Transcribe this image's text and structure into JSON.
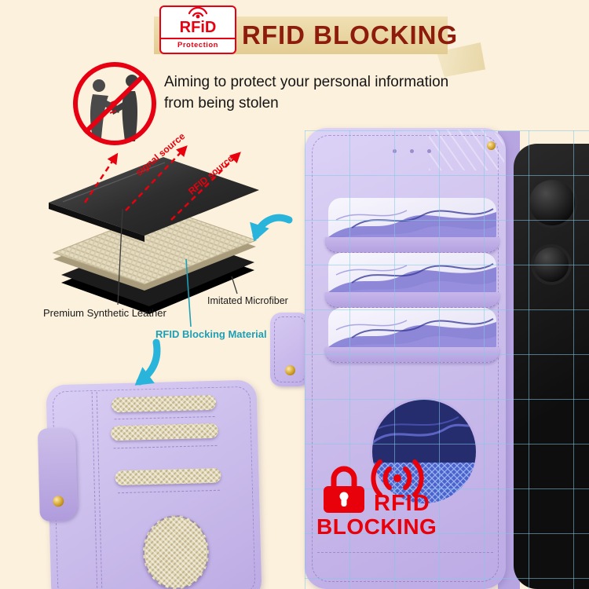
{
  "colors": {
    "background": "#fcf1dc",
    "banner_tan": "#e7d3a0",
    "title_red": "#8e1c0d",
    "accent_red": "#e8000d",
    "teal_label": "#1d9fb5",
    "cyan_arrow": "#29b4dc",
    "case_purple": "#cdc0ec",
    "stamp_red": "#e8000b"
  },
  "header": {
    "title": "RFID BLOCKING",
    "badge_brand": "RFiD",
    "badge_sub": "Protection"
  },
  "tagline": {
    "line1": "Aiming to protect your personal information",
    "line2": "from being stolen"
  },
  "diagram": {
    "signal_label_1": "signal source",
    "signal_label_2": "RFID source",
    "layer_label_1": "Premium Synthetic Leather",
    "layer_label_2": "RFID Blocking Material",
    "layer_label_3": "Imitated Microfiber"
  },
  "stamp": {
    "line1": "RFID",
    "line2": "BLOCKING"
  },
  "icons": {
    "badge_waves": "contactless-signal-waves",
    "no_theft": "prohibition-pickpocket",
    "lock": "red-padlock",
    "signal": "radiating-waves",
    "arrows": "cyan-curved-arrows"
  }
}
